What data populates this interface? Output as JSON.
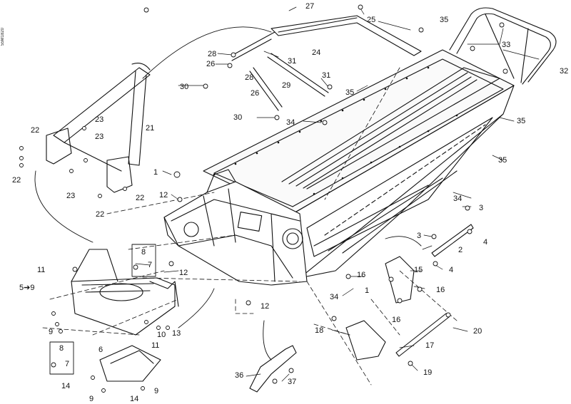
{
  "diagram": {
    "side_code": "55M1820",
    "callouts": [
      {
        "id": "27",
        "text": "27"
      },
      {
        "id": "25",
        "text": "25"
      },
      {
        "id": "35a",
        "text": "35"
      },
      {
        "id": "28a",
        "text": "28"
      },
      {
        "id": "26a",
        "text": "26"
      },
      {
        "id": "24",
        "text": "24"
      },
      {
        "id": "33",
        "text": "33"
      },
      {
        "id": "32",
        "text": "32"
      },
      {
        "id": "28b",
        "text": "28"
      },
      {
        "id": "31a",
        "text": "31"
      },
      {
        "id": "30a",
        "text": "30"
      },
      {
        "id": "29",
        "text": "29"
      },
      {
        "id": "31b",
        "text": "31"
      },
      {
        "id": "26b",
        "text": "26"
      },
      {
        "id": "35b",
        "text": "35"
      },
      {
        "id": "21",
        "text": "21"
      },
      {
        "id": "30b",
        "text": "30"
      },
      {
        "id": "34a",
        "text": "34"
      },
      {
        "id": "35c",
        "text": "35"
      },
      {
        "id": "23a",
        "text": "23"
      },
      {
        "id": "22a",
        "text": "22"
      },
      {
        "id": "23b",
        "text": "23"
      },
      {
        "id": "35d",
        "text": "35"
      },
      {
        "id": "22b",
        "text": "22"
      },
      {
        "id": "1a",
        "text": "1"
      },
      {
        "id": "23c",
        "text": "23"
      },
      {
        "id": "22c",
        "text": "22"
      },
      {
        "id": "12a",
        "text": "12"
      },
      {
        "id": "22d",
        "text": "22"
      },
      {
        "id": "34b",
        "text": "34"
      },
      {
        "id": "3a",
        "text": "3"
      },
      {
        "id": "3b",
        "text": "3"
      },
      {
        "id": "4a",
        "text": "4"
      },
      {
        "id": "2",
        "text": "2"
      },
      {
        "id": "8a",
        "text": "8"
      },
      {
        "id": "7a",
        "text": "7"
      },
      {
        "id": "11a",
        "text": "11"
      },
      {
        "id": "4b",
        "text": "4"
      },
      {
        "id": "15",
        "text": "15"
      },
      {
        "id": "12b",
        "text": "12"
      },
      {
        "id": "16a",
        "text": "16"
      },
      {
        "id": "5to9",
        "text": "5➔9"
      },
      {
        "id": "1b",
        "text": "1"
      },
      {
        "id": "16b",
        "text": "16"
      },
      {
        "id": "34c",
        "text": "34"
      },
      {
        "id": "12c",
        "text": "12"
      },
      {
        "id": "16c",
        "text": "16"
      },
      {
        "id": "9a",
        "text": "9"
      },
      {
        "id": "10",
        "text": "10"
      },
      {
        "id": "13",
        "text": "13"
      },
      {
        "id": "18",
        "text": "18"
      },
      {
        "id": "20",
        "text": "20"
      },
      {
        "id": "11b",
        "text": "11"
      },
      {
        "id": "17",
        "text": "17"
      },
      {
        "id": "8b",
        "text": "8"
      },
      {
        "id": "6",
        "text": "6"
      },
      {
        "id": "7b",
        "text": "7"
      },
      {
        "id": "19",
        "text": "19"
      },
      {
        "id": "36",
        "text": "36"
      },
      {
        "id": "37",
        "text": "37"
      },
      {
        "id": "14a",
        "text": "14"
      },
      {
        "id": "9b",
        "text": "9"
      },
      {
        "id": "14b",
        "text": "14"
      },
      {
        "id": "9c",
        "text": "9"
      }
    ]
  }
}
